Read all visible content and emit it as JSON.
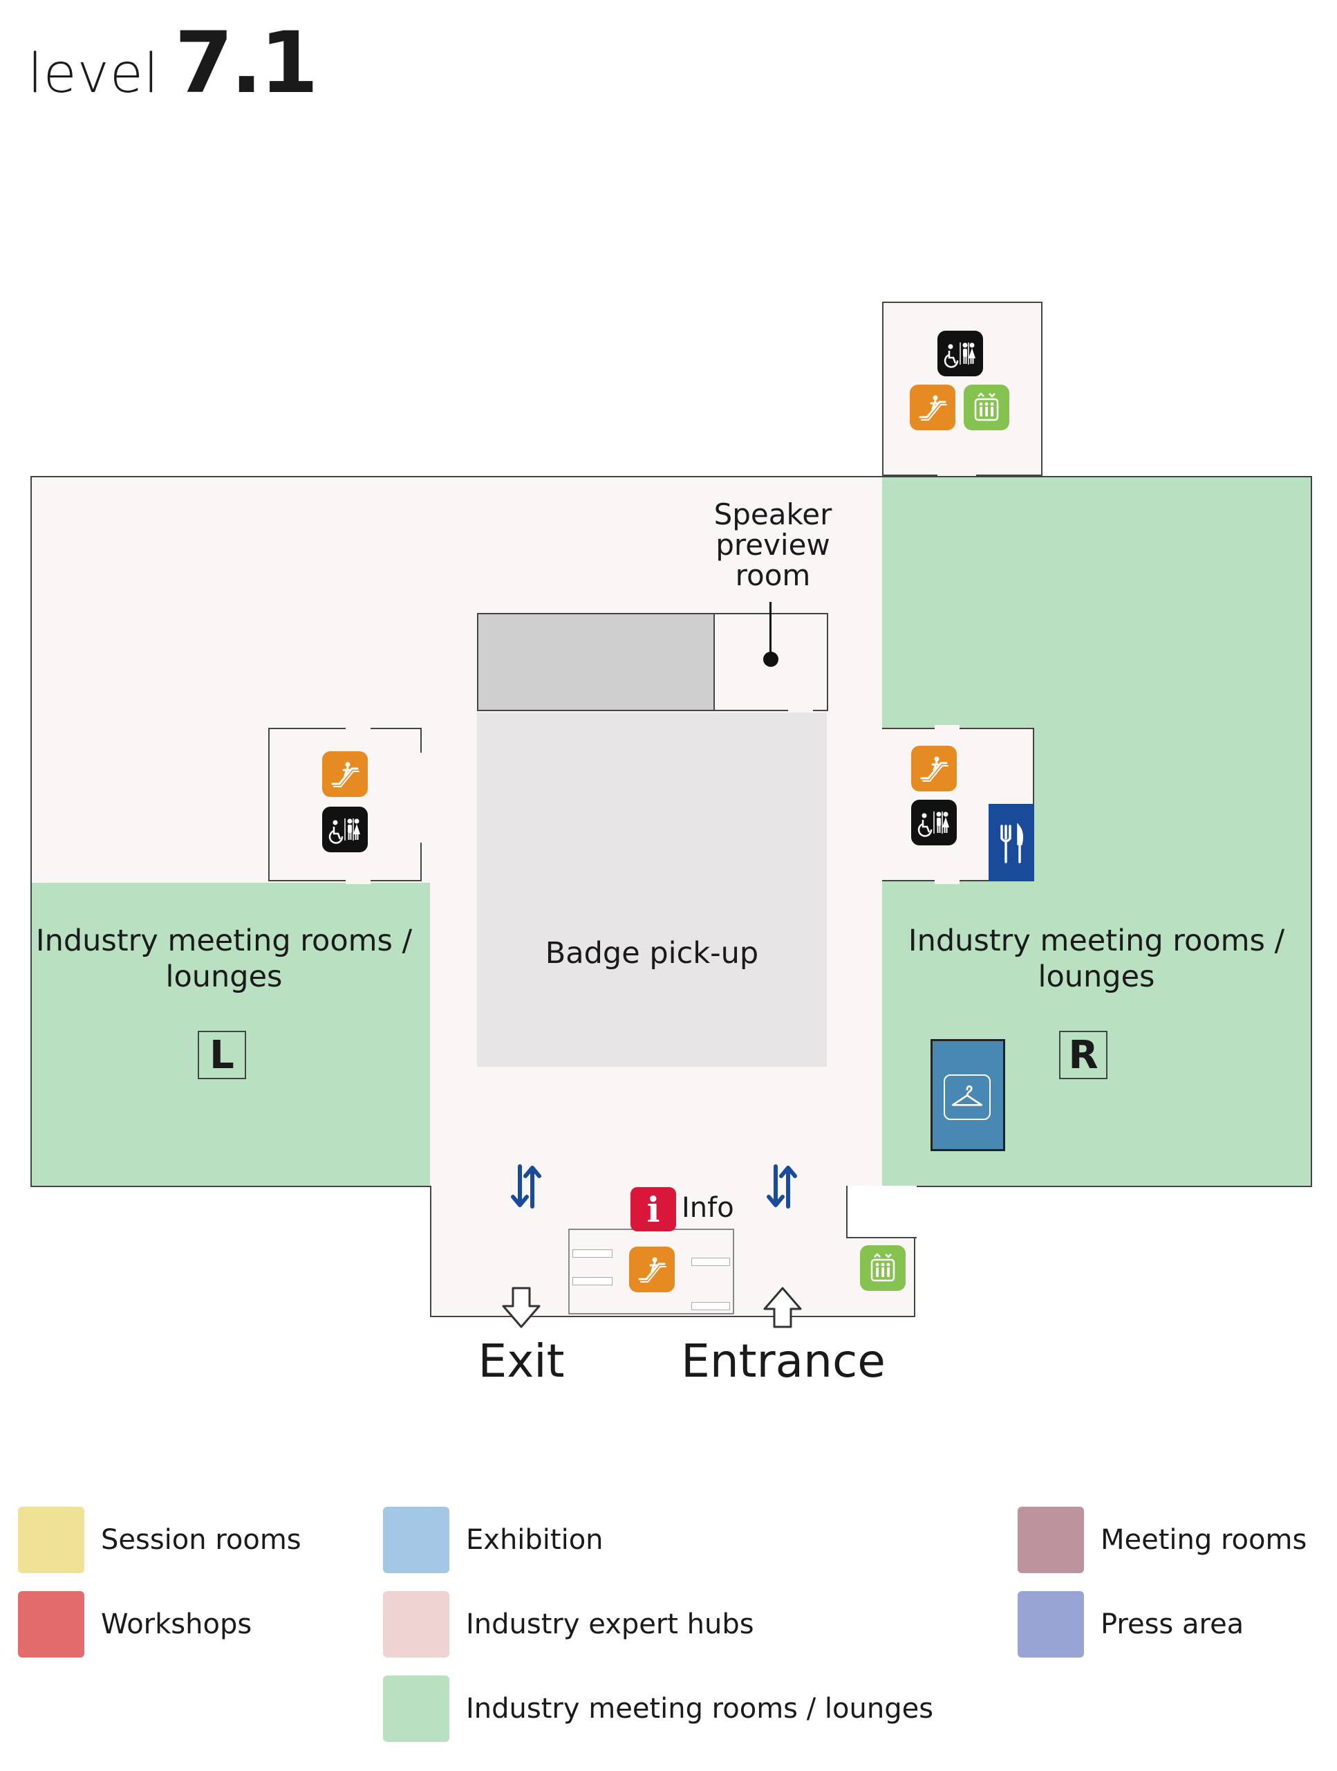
{
  "title": {
    "word": "level",
    "number": "7.1"
  },
  "colors": {
    "session_rooms": "#efe196",
    "workshops": "#e46b6b",
    "exhibition": "#a5c7e6",
    "industry_expert_hubs": "#efd3d3",
    "industry_meeting_rooms": "#b9e0c0",
    "meeting_rooms": "#bd949c",
    "press_area": "#97a4d4",
    "escalator": "#e68a22",
    "toilets": "#111111",
    "lift": "#85c24f",
    "restaurant": "#1a4a9a",
    "cloakroom": "#4a88b4",
    "info": "#d8173a",
    "arrows": "#1a4a9a"
  },
  "map": {
    "speaker_preview_room": "Speaker preview room",
    "badge_pickup": "Badge pick-up",
    "left_lounge_label": "Industry meeting rooms / lounges",
    "right_lounge_label": "Industry meeting rooms / lounges",
    "left_marker": "L",
    "right_marker": "R",
    "info_label": "Info",
    "exit_label": "Exit",
    "entrance_label": "Entrance",
    "icons": [
      "toilets-icon",
      "escalator-icon",
      "lift-icon",
      "restaurant-icon",
      "cloakroom-icon",
      "info-icon",
      "up-down-arrows-icon"
    ]
  },
  "legend": {
    "session_rooms": "Session rooms",
    "workshops": "Workshops",
    "exhibition": "Exhibition",
    "industry_expert_hubs": "Industry expert hubs",
    "industry_meeting_rooms": "Industry meeting rooms / lounges",
    "meeting_rooms": "Meeting rooms",
    "press_area": "Press area"
  }
}
